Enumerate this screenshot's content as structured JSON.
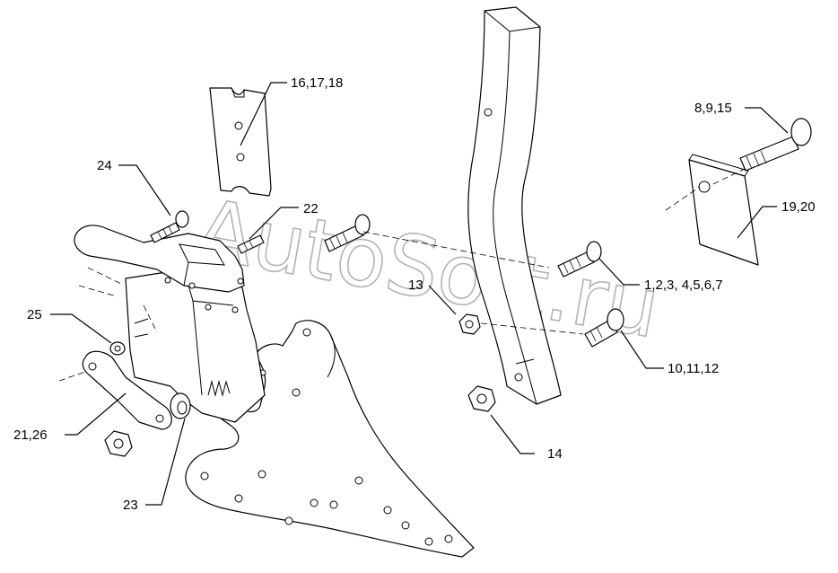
{
  "callouts": {
    "c_16_17_18": "16,17,18",
    "c_24": "24",
    "c_22": "22",
    "c_8_9_15": "8,9,15",
    "c_19_20": "19,20",
    "c_1_7": "1,2,3, 4,5,6,7",
    "c_13": "13",
    "c_25": "25",
    "c_10_11_12": "10,11,12",
    "c_21_26": "21,26",
    "c_14": "14",
    "c_23": "23"
  },
  "watermark": "AutoSoft.ru"
}
